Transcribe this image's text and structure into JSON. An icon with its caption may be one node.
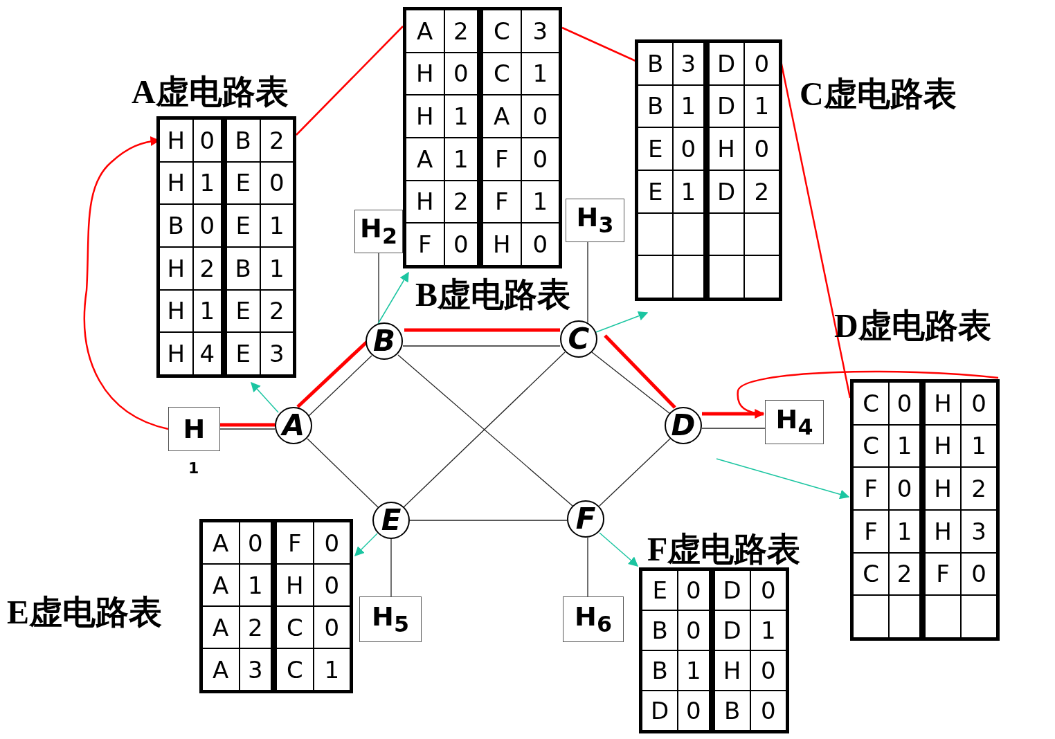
{
  "diagram": {
    "nodes": [
      {
        "text": [
          "H"
        ],
        "beside": [
          "1"
        ]
      },
      {
        "text": [
          "A"
        ]
      },
      {
        "text": [
          "B"
        ]
      },
      {
        "text": [
          "C"
        ]
      },
      {
        "text": [
          "D"
        ]
      },
      {
        "text": [
          "E"
        ]
      },
      {
        "text": [
          "F"
        ]
      },
      {
        "text": [
          "H$_{2}$"
        ]
      },
      {
        "text": [
          "H$_{3}$"
        ]
      },
      {
        "text": [
          "H$_{4}$"
        ]
      },
      {
        "text": [
          "H$_{5}$"
        ]
      },
      {
        "text": [
          "H$_{6}$"
        ]
      },
      {
        "text": [
          "A虚电路表",
          "H",
          "0",
          "B",
          "2",
          "H",
          "1",
          "E",
          "0",
          "B",
          "0",
          "E",
          "1",
          "H",
          "2",
          "B",
          "1",
          "H",
          "1",
          "E",
          "2",
          "H",
          "4",
          "E",
          "3"
        ]
      },
      {
        "text": [
          "B虚电路表",
          "A",
          "2",
          "C",
          "3",
          "H",
          "0",
          "C",
          "1",
          "H",
          "1",
          "A",
          "0",
          "A",
          "1",
          "F",
          "0",
          "H",
          "2",
          "F",
          "1",
          "F",
          "0",
          "H",
          "0"
        ]
      },
      {
        "text": [
          "C虚电路表",
          "B",
          "3",
          "D",
          "0",
          "B",
          "1",
          "D",
          "1",
          "E",
          "0",
          "H",
          "0",
          "E",
          "1",
          "D",
          "2"
        ]
      },
      {
        "text": [
          "D虚电路表",
          "C",
          "0",
          "H",
          "0",
          "C",
          "1",
          "H",
          "1",
          "F",
          "0",
          "H",
          "2",
          "F",
          "1",
          "H",
          "3",
          "C",
          "2",
          "F",
          "0"
        ]
      },
      {
        "text": [
          "E虚电路表",
          "A",
          "0",
          "F",
          "0",
          "A",
          "1",
          "H",
          "0",
          "A",
          "2",
          "C",
          "0",
          "A",
          "3",
          "C",
          "1"
        ]
      },
      {
        "text": [
          "F虚电路表",
          "E",
          "0",
          "D",
          "0",
          "B",
          "0",
          "D",
          "1",
          "B",
          "1",
          "H",
          "0",
          "D",
          "0",
          "B",
          "0"
        ]
      }
    ],
    "edges": [
      {
        "from": 0,
        "to": 1,
        "arrow": "none"
      },
      {
        "from": 1,
        "to": 2,
        "arrow": "none"
      },
      {
        "from": 1,
        "to": 5,
        "arrow": "none"
      },
      {
        "from": 2,
        "to": 3,
        "arrow": "none"
      },
      {
        "from": 2,
        "to": 6,
        "arrow": "none"
      },
      {
        "from": 3,
        "to": 4,
        "arrow": "none"
      },
      {
        "from": 3,
        "to": 5,
        "arrow": "none"
      },
      {
        "from": 4,
        "to": 6,
        "arrow": "none"
      },
      {
        "from": 5,
        "to": 6,
        "arrow": "none"
      },
      {
        "from": 4,
        "to": 9,
        "arrow": "none"
      },
      {
        "from": 2,
        "to": 7,
        "arrow": "none"
      },
      {
        "from": 3,
        "to": 8,
        "arrow": "none"
      },
      {
        "from": 5,
        "to": 10,
        "arrow": "none"
      },
      {
        "from": 6,
        "to": 11,
        "arrow": "none"
      },
      {
        "from": 0,
        "to": 1,
        "arrow": "none",
        "style": "thick",
        "color": "#ff0000"
      },
      {
        "from": 1,
        "to": 2,
        "arrow": "none",
        "style": "thick",
        "color": "#ff0000"
      },
      {
        "from": 2,
        "to": 3,
        "arrow": "none",
        "style": "thick",
        "color": "#ff0000"
      },
      {
        "from": 3,
        "to": 4,
        "arrow": "none",
        "style": "thick",
        "color": "#ff0000"
      },
      {
        "from": 4,
        "to": 9,
        "arrow": "to",
        "style": "thick",
        "color": "#ff0000"
      },
      {
        "from": 0,
        "to": 12,
        "arrow": "to",
        "color": "#ff0000"
      },
      {
        "from": 12,
        "to": 13,
        "arrow": "none",
        "color": "#ff0000"
      },
      {
        "from": 13,
        "to": 14,
        "arrow": "none",
        "color": "#ff0000"
      },
      {
        "from": 14,
        "to": 15,
        "arrow": "none",
        "color": "#ff0000"
      },
      {
        "from": 15,
        "to": 9,
        "arrow": "none",
        "color": "#ff0000"
      },
      {
        "from": 1,
        "to": 12,
        "arrow": "to",
        "color": "#1bc5a1"
      },
      {
        "from": 2,
        "to": 13,
        "arrow": "to",
        "color": "#1bc5a1"
      },
      {
        "from": 3,
        "to": 14,
        "arrow": "to",
        "color": "#1bc5a1"
      },
      {
        "from": null,
        "to": 15,
        "arrow": "to",
        "color": "#1bc5a1"
      },
      {
        "from": 5,
        "to": 16,
        "arrow": "to",
        "color": "#1bc5a1"
      },
      {
        "from": 6,
        "to": 17,
        "arrow": "to",
        "color": "#1bc5a1"
      }
    ]
  }
}
